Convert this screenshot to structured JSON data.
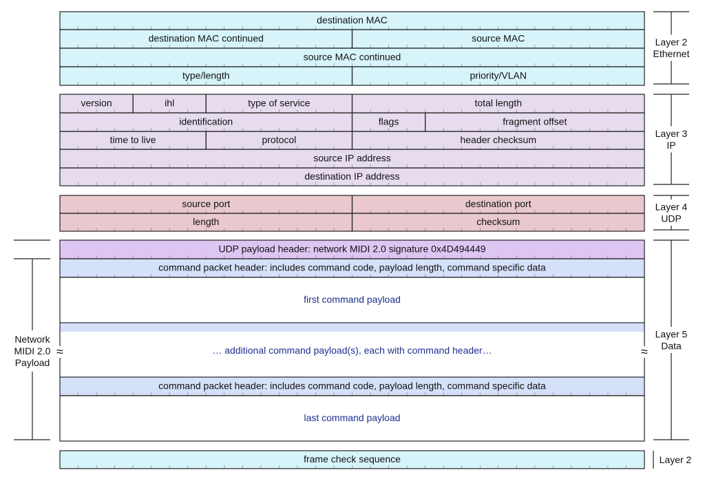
{
  "colors": {
    "ethernet": "#d6f4fa",
    "ip": "#e6dcee",
    "udp": "#e9c9cd",
    "midi_signature": "#dec6f3",
    "command_header": "#d5e0f9",
    "payload": "#ffffff",
    "payload_text": "#1f2f8f",
    "border": "#222222"
  },
  "layer2_ethernet": {
    "rows": [
      {
        "fields": [
          {
            "label": "destination MAC"
          }
        ]
      },
      {
        "fields": [
          {
            "label": "destination MAC continued"
          },
          {
            "label": "source MAC"
          }
        ]
      },
      {
        "fields": [
          {
            "label": "source MAC continued"
          }
        ]
      },
      {
        "fields": [
          {
            "label": "type/length"
          },
          {
            "label": "priority/VLAN"
          }
        ]
      }
    ]
  },
  "layer3_ip": {
    "rows": [
      {
        "fields": [
          {
            "label": "version"
          },
          {
            "label": "ihl"
          },
          {
            "label": "type of service"
          },
          {
            "label": "total length"
          }
        ]
      },
      {
        "fields": [
          {
            "label": "identification"
          },
          {
            "label": "flags"
          },
          {
            "label": "fragment offset"
          }
        ]
      },
      {
        "fields": [
          {
            "label": "time to live"
          },
          {
            "label": "protocol"
          },
          {
            "label": "header checksum"
          }
        ]
      },
      {
        "fields": [
          {
            "label": "source IP address"
          }
        ]
      },
      {
        "fields": [
          {
            "label": "destination IP address"
          }
        ]
      }
    ]
  },
  "layer4_udp": {
    "rows": [
      {
        "fields": [
          {
            "label": "source port"
          },
          {
            "label": "destination port"
          }
        ]
      },
      {
        "fields": [
          {
            "label": "length"
          },
          {
            "label": "checksum"
          }
        ]
      }
    ]
  },
  "layer5_data": {
    "signature": "UDP payload header: network MIDI 2.0 signature 0x4D494449",
    "command_header_1": "command packet header: includes command code, payload length, command specific data",
    "first_payload": "first command payload",
    "additional_payloads": "… additional command payload(s), each with command header…",
    "command_header_2": "command packet header: includes command code, payload length, command specific data",
    "last_payload": "last command payload",
    "break_mark": "≈"
  },
  "layer2_trailer": {
    "fields": [
      {
        "label": "frame check sequence"
      }
    ]
  },
  "right_labels": {
    "layer2": [
      "Layer 2",
      "Ethernet"
    ],
    "layer3": [
      "Layer 3",
      "IP"
    ],
    "layer4": [
      "Layer 4",
      "UDP"
    ],
    "layer5": [
      "Layer 5",
      "Data"
    ],
    "layer2_trailer": [
      "Layer 2"
    ]
  },
  "left_label": [
    "Network",
    "MIDI 2.0",
    "Payload"
  ]
}
